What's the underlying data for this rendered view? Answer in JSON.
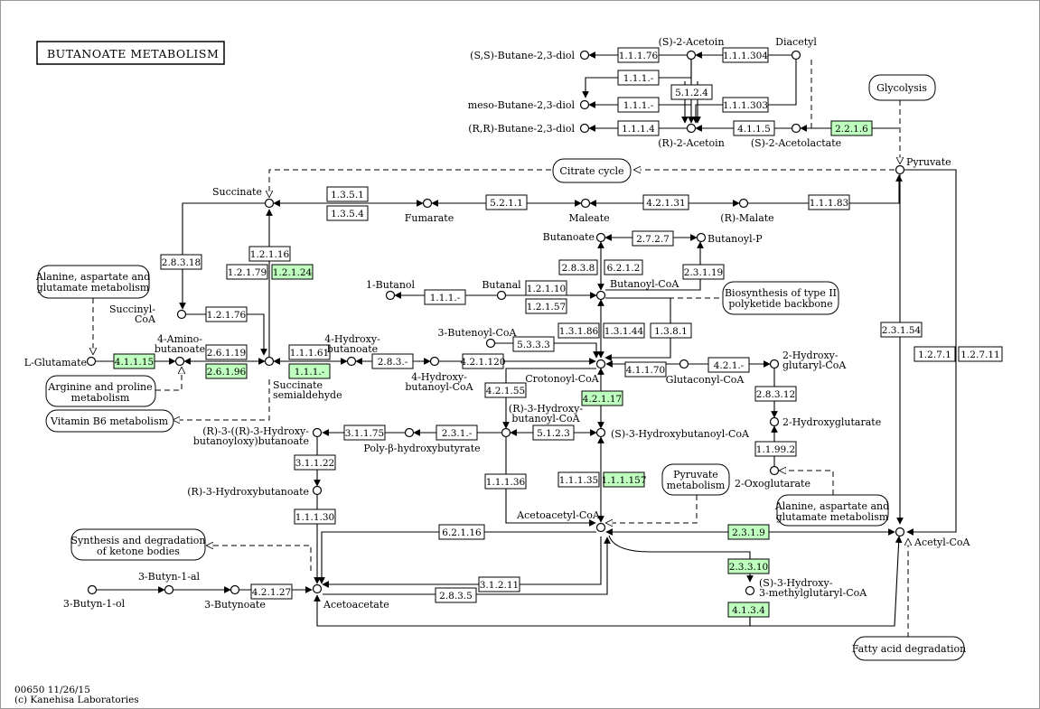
{
  "title": "BUTANOATE METABOLISM",
  "footer": {
    "map_id_date": "00650 11/26/15",
    "copyright": "(c) Kanehisa Laboratories"
  },
  "highlight_color": "#bfffbf",
  "enzymes": {
    "e1": "1.1.1.76",
    "e2": "1.1.1.-",
    "e3": "1.1.1.-",
    "e4": "1.1.1.4",
    "e5": "5.1.2.4",
    "e6": "1.1.1.304",
    "e7": "1.1.1.303",
    "e8": "4.1.1.5",
    "e9": "2.2.1.6",
    "e10": "1.3.5.1",
    "e11": "1.3.5.4",
    "e12": "5.2.1.1",
    "e13": "4.2.1.31",
    "e14": "1.1.1.83",
    "e15": "2.8.3.18",
    "e16": "1.2.1.16",
    "e17": "1.2.1.79",
    "e18": "1.2.1.24",
    "e19": "1.2.1.76",
    "e20": "2.6.1.19",
    "e21": "2.6.1.96",
    "e22": "4.1.1.15",
    "e23": "1.1.1.61",
    "e24": "1.1.1.-",
    "e25": "2.8.3.-",
    "e26": "4.2.1.120",
    "e27": "2.7.2.7",
    "e28": "2.8.3.8",
    "e29": "6.2.1.2",
    "e30": "2.3.1.19",
    "e31": "1.1.1.-",
    "e32": "1.2.1.10",
    "e33": "1.2.1.57",
    "e34": "5.3.3.3",
    "e35": "1.3.1.86",
    "e36": "1.3.1.44",
    "e37": "1.3.8.1",
    "e38": "4.1.1.70",
    "e39": "4.2.1.-",
    "e40": "2.8.3.12",
    "e41": "1.1.99.2",
    "e42": "4.2.1.55",
    "e43": "4.2.1.17",
    "e44": "5.1.2.3",
    "e45": "3.1.1.75",
    "e46": "2.3.1.-",
    "e47": "3.1.1.22",
    "e48": "1.1.1.30",
    "e49": "1.1.1.36",
    "e50": "1.1.1.35",
    "e51": "1.1.1.157",
    "e52": "6.2.1.16",
    "e53": "3.1.2.11",
    "e54": "2.8.3.5",
    "e55": "4.2.1.27",
    "e56": "2.3.1.9",
    "e57": "2.3.3.10",
    "e58": "4.1.3.4",
    "e59": "2.3.1.54",
    "e60": "1.2.7.1",
    "e61": "1.2.7.11"
  },
  "compounds": {
    "ss_butanediol": "(S,S)-Butane-2,3-diol",
    "s_acetoin": "(S)-2-Acetoin",
    "diacetyl": "Diacetyl",
    "meso_butanediol": "meso-Butane-2,3-diol",
    "rr_butanediol": "(R,R)-Butane-2,3-diol",
    "r_acetoin": "(R)-2-Acetoin",
    "s_acetolactate": "(S)-2-Acetolactate",
    "pyruvate": "Pyruvate",
    "succinate": "Succinate",
    "fumarate": "Fumarate",
    "maleate": "Maleate",
    "r_malate": "(R)-Malate",
    "butanoate": "Butanoate",
    "butanoyl_p": "Butanoyl-P",
    "butanol": "1-Butanol",
    "butanal": "Butanal",
    "butanoyl_coa": "Butanoyl-CoA",
    "succinyl_coa": "Succinyl-\nCoA",
    "aminobutanoate": "4-Amino-\nbutanoate",
    "glutamate": "L-Glutamate",
    "succinate_semialdehyde": "Succinate\nsemialdehyde",
    "hydroxybutanoate": "4-Hydroxy-\nbutanoate",
    "hydroxybutanoyl_coa": "4-Hydroxy-\nbutanoyl-CoA",
    "butenoyl_coa": "3-Butenoyl-CoA",
    "crotonoyl_coa": "Crotonoyl-CoA",
    "glutaconyl_coa": "Glutaconyl-CoA",
    "hydroxyglutaryl_coa": "2-Hydroxy-\nglutaryl-CoA",
    "hydroxyglutarate": "2-Hydroxyglutarate",
    "oxoglutarate": "2-Oxoglutarate",
    "r3_hydroxybutanoyl_coa": "(R)-3-Hydroxy-\nbutanoyl-CoA",
    "s3_hydroxybutanoyl_coa": "(S)-3-Hydroxybutanoyl-CoA",
    "r3_oligomer": "(R)-3-((R)-3-Hydroxy-\nbutanoyloxy)butanoate",
    "polyhb": "Poly-β-hydroxybutyrate",
    "r3_hydroxybutanoate": "(R)-3-Hydroxybutanoate",
    "acetoacetyl_coa": "Acetoacetyl-CoA",
    "acetyl_coa": "Acetyl-CoA",
    "acetoacetate": "Acetoacetate",
    "butynol": "3-Butyn-1-ol",
    "butynal": "3-Butyn-1-al",
    "butynoate": "3-Butynoate",
    "hmg_coa": "(S)-3-Hydroxy-\n3-methylglutaryl-CoA"
  },
  "maps": {
    "glycolysis": "Glycolysis",
    "citrate_cycle": "Citrate cycle",
    "ala_asp_glu_1": "Alanine, aspartate and\nglutamate metabolism",
    "arg_pro": "Arginine and proline\nmetabolism",
    "vitamin_b6": "Vitamin B6 metabolism",
    "type2_pk": "Biosynthesis of type II\npolyketide backbone",
    "pyruvate_met": "Pyruvate\nmetabolism",
    "ala_asp_glu_2": "Alanine, aspartate and\nglutamate metabolism",
    "ketone_bodies": "Synthesis and degradation\nof ketone bodies",
    "fatty_acid": "Fatty acid degradation"
  }
}
